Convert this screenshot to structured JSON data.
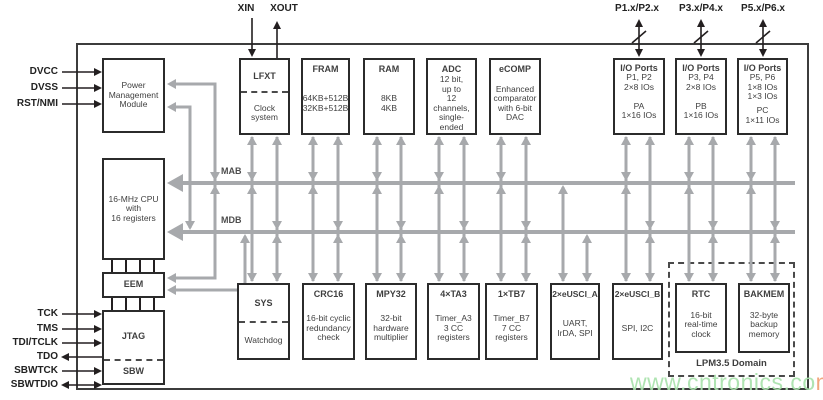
{
  "pins": {
    "xin": "XIN",
    "xout": "XOUT",
    "p12": "P1.x/P2.x",
    "p34": "P3.x/P4.x",
    "p56": "P5.x/P6.x",
    "dvcc": "DVCC",
    "dvss": "DVSS",
    "rst_nmi": "RST/NMI",
    "tck": "TCK",
    "tms": "TMS",
    "tdi_tclk": "TDI/TCLK",
    "tdo": "TDO",
    "sbwtck": "SBWTCK",
    "sbwtdio": "SBWTDIO"
  },
  "buses": {
    "mab": "MAB",
    "mdb": "MDB"
  },
  "domains": {
    "lpm35": "LPM3.5 Domain"
  },
  "boxes": {
    "pmm": {
      "body": "Power\nManagement\nModule"
    },
    "clock": {
      "title": "LFXT",
      "body": "Clock\nsystem"
    },
    "fram": {
      "title": "FRAM",
      "body": "64KB+512B\n32KB+512B"
    },
    "ram": {
      "title": "RAM",
      "body": "8KB\n4KB"
    },
    "adc": {
      "title": "ADC",
      "body": "12 bit,\nup to\n12 channels,\nsingle-ended"
    },
    "ecomp": {
      "title": "eCOMP",
      "body": "Enhanced\ncomparator\nwith 6-bit\nDAC"
    },
    "io_pa": {
      "title": "I/O Ports",
      "body": "P1, P2\n2×8 IOs",
      "body2": "PA\n1×16 IOs"
    },
    "io_pb": {
      "title": "I/O Ports",
      "body": "P3, P4\n2×8 IOs",
      "body2": "PB\n1×16 IOs"
    },
    "io_pc": {
      "title": "I/O Ports",
      "body": "P5, P6\n1×8 IOs\n1×3 IOs",
      "body2": "PC\n1×11 IOs"
    },
    "cpu": {
      "body": "16-MHz CPU\nwith\n16 registers"
    },
    "eem": {
      "body": "EEM"
    },
    "jtag": {
      "title": "JTAG",
      "body": "SBW"
    },
    "sys": {
      "title": "SYS",
      "body": "Watchdog"
    },
    "crc16": {
      "title": "CRC16",
      "body": "16-bit cyclic\nredundancy\ncheck"
    },
    "mpy32": {
      "title": "MPY32",
      "body": "32-bit\nhardware\nmultiplier"
    },
    "ta3": {
      "title": "4×TA3",
      "body": "Timer_A3\n3 CC\nregisters"
    },
    "tb7": {
      "title": "1×TB7",
      "body": "Timer_B7\n7 CC\nregisters"
    },
    "eusci_a": {
      "title": "2×eUSCI_A",
      "body": "UART,\nIrDA, SPI"
    },
    "eusci_b": {
      "title": "2×eUSCI_B",
      "body": "SPI, I2C"
    },
    "rtc": {
      "title": "RTC",
      "body": "16-bit\nreal-time\nclock"
    },
    "bakmem": {
      "title": "BAKMEM",
      "body": "32-byte\nbackup\nmemory"
    }
  },
  "colors": {
    "bus_gray": "#a7a9ac",
    "line_black": "#231f20",
    "watermark_green": "#a9e2ac"
  },
  "watermark": {
    "text": "www.cntronics.co",
    "tail": "m"
  }
}
